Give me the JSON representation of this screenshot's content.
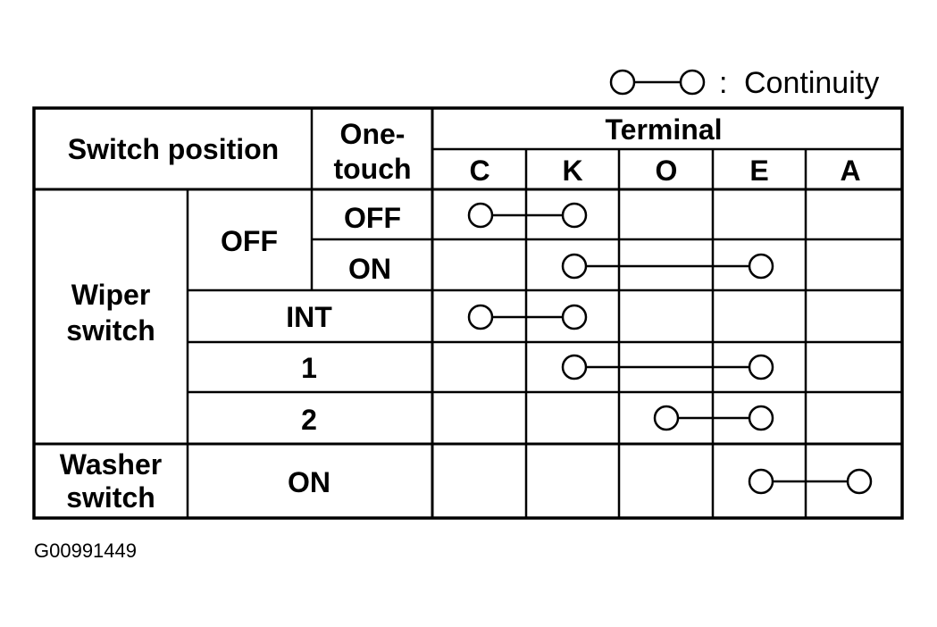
{
  "legend": {
    "symbol_name": "continuity-symbol",
    "separator": ":",
    "label": "Continuity"
  },
  "header": {
    "switch_position": "Switch position",
    "one_touch_line1": "One-",
    "one_touch_line2": "touch",
    "terminal": "Terminal"
  },
  "terminals": [
    "C",
    "K",
    "O",
    "E",
    "A"
  ],
  "groups": {
    "wiper_line1": "Wiper",
    "wiper_line2": "switch",
    "washer_line1": "Washer",
    "washer_line2": "switch"
  },
  "rows": [
    {
      "position": "OFF",
      "one_touch": "OFF",
      "continuity": [
        "C",
        "K"
      ]
    },
    {
      "position": "OFF",
      "one_touch": "ON",
      "continuity": [
        "K",
        "E"
      ]
    },
    {
      "position": "INT",
      "one_touch": "",
      "continuity": [
        "C",
        "K"
      ]
    },
    {
      "position": "1",
      "one_touch": "",
      "continuity": [
        "K",
        "E"
      ]
    },
    {
      "position": "2",
      "one_touch": "",
      "continuity": [
        "O",
        "E"
      ]
    },
    {
      "position": "ON",
      "one_touch": "",
      "continuity": [
        "E",
        "A"
      ]
    }
  ],
  "cells": {
    "wiper_off": "OFF",
    "one_touch_off": "OFF",
    "one_touch_on": "ON",
    "int": "INT",
    "speed_1": "1",
    "speed_2": "2",
    "washer_on": "ON"
  },
  "figure_id": "G00991449"
}
